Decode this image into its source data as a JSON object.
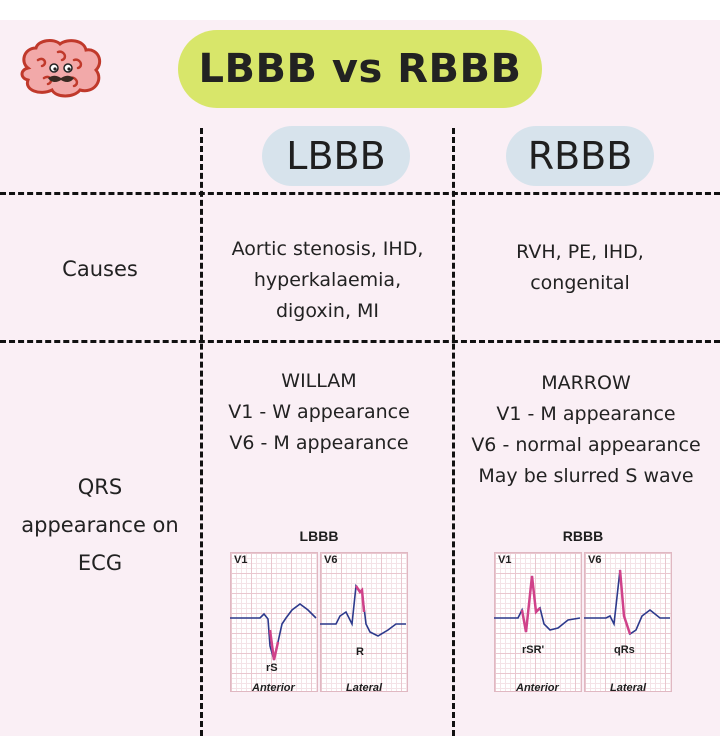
{
  "title": "LBBB vs RBBB",
  "columns": {
    "left": "LBBB",
    "right": "RBBB"
  },
  "rows": {
    "causes": {
      "label": "Causes",
      "lbbb": [
        "Aortic stenosis, IHD,",
        "hyperkalaemia,",
        "digoxin, MI"
      ],
      "rbbb": [
        "RVH, PE, IHD,",
        "congenital"
      ]
    },
    "qrs": {
      "label": [
        "QRS",
        "appearance on",
        "ECG"
      ],
      "lbbb": [
        "WILLAM",
        "V1 - W appearance",
        "V6 - M appearance"
      ],
      "rbbb": [
        "MARROW",
        "V1 - M appearance",
        "V6 - normal appearance",
        "May be slurred S wave"
      ]
    }
  },
  "ecg": {
    "lbbb": {
      "title": "LBBB",
      "lead1": "V1",
      "lead2": "V6",
      "ann1": "rS",
      "ann2": "R",
      "cap1": "Anterior",
      "cap2": "Lateral"
    },
    "rbbb": {
      "title": "RBBB",
      "lead1": "V1",
      "lead2": "V6",
      "ann1": "rSR'",
      "ann2": "qRs",
      "cap1": "Anterior",
      "cap2": "Lateral"
    }
  },
  "icons": {
    "logo": "brain-mustache-icon"
  },
  "colors": {
    "title_bg": "#d8e66a",
    "column_pill_bg": "#d7e3ec",
    "page_bg": "#faeff5",
    "trace": "#2d3a8c",
    "trace_highlight": "#d0428a"
  }
}
